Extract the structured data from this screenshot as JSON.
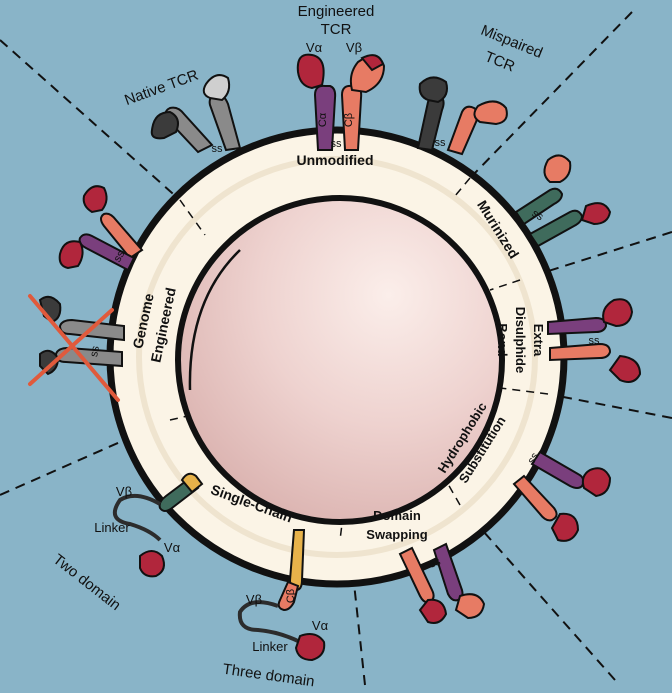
{
  "labels": {
    "engineered_tcr_line1": "Engineered",
    "engineered_tcr_line2": "TCR",
    "native_tcr": "Native TCR",
    "mispaired_line1": "Mispaired",
    "mispaired_line2": "TCR",
    "v_alpha": "Vα",
    "v_beta": "Vβ",
    "c_alpha": "Cα",
    "c_beta": "Cβ",
    "ss": "ss",
    "linker": "Linker",
    "two_domain": "Two domain",
    "three_domain": "Three domain"
  },
  "sectors": {
    "unmodified": "Unmodified",
    "murinized": "Murinized",
    "extra_disulphide_1": "Extra",
    "extra_disulphide_2": "Disulphide",
    "extra_disulphide_3": "Bond",
    "hydrophobic_1": "Hydrophobic",
    "hydrophobic_2": "Substitution",
    "domain_swapping_1": "Domain",
    "domain_swapping_2": "Swapping",
    "single_chain": "Single-Chain",
    "genome_engineered_1": "Genome",
    "genome_engineered_2": "Engineered"
  },
  "colors": {
    "background": "#89b4c8",
    "cytoplasm": "#fbf4e6",
    "nucleus": "#ecccc8",
    "alpha_purple": "#7a3f7d",
    "beta_salmon": "#e77b64",
    "native_grey": "#8a8a8a",
    "dark_grey": "#3b3b3b",
    "murine_green": "#3f6b5c",
    "v_domain_red": "#b1263c",
    "linker_dark": "#2c2c2c",
    "single_chain_yellow": "#e7b24a",
    "knockout_cross": "#e05a3c"
  }
}
